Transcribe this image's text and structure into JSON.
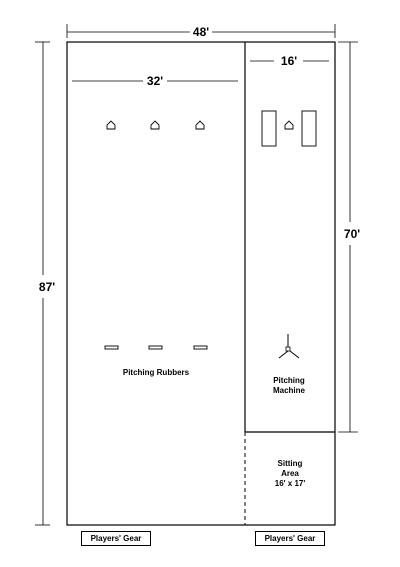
{
  "dimensions": {
    "overall_width": "48'",
    "overall_length": "87'",
    "left_area_width": "32'",
    "right_area_width": "16'",
    "right_area_length": "70'"
  },
  "labels": {
    "pitching_rubbers": "Pitching Rubbers",
    "pitching_machine_line1": "Pitching",
    "pitching_machine_line2": "Machine",
    "sitting_area_line1": "Sitting",
    "sitting_area_line2": "Area",
    "sitting_area_line3": "16' x 17'",
    "players_gear_left": "Players' Gear",
    "players_gear_right": "Players' Gear"
  },
  "icons": {
    "home_plate": "home-plate-icon",
    "pitching_rubber": "pitching-rubber-icon",
    "pitching_machine": "pitching-machine-icon",
    "batters_box": "batters-box-icon"
  },
  "colors": {
    "line": "#000000",
    "background": "#ffffff"
  }
}
